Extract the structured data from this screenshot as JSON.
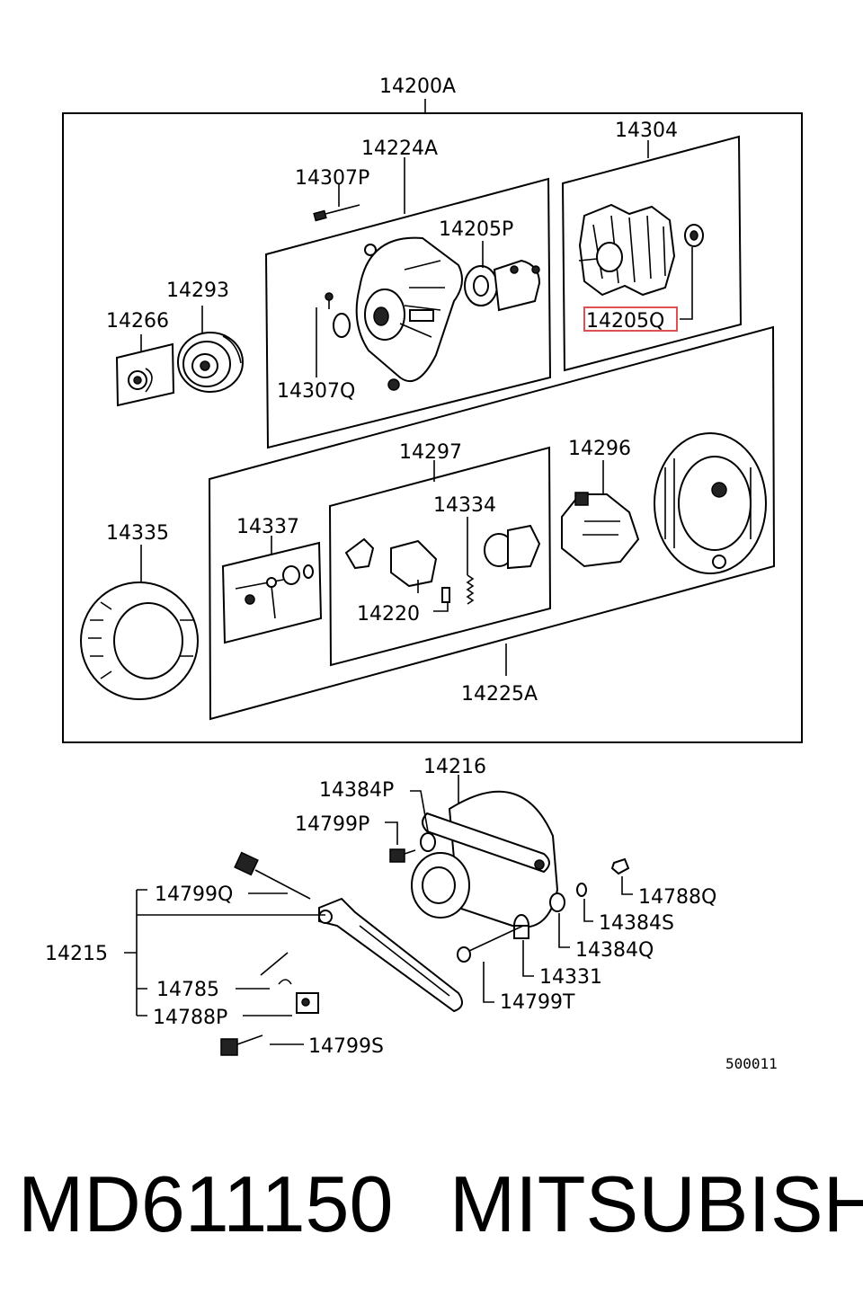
{
  "labels": {
    "assembly_main": "14200A",
    "rotor_group": "14304",
    "front_bracket": "14224A",
    "bolt_p": "14307P",
    "bearing_p": "14205P",
    "pulley": "14293",
    "nut": "14266",
    "screw_q": "14307Q",
    "bearing_q": "14205Q",
    "rectifier_group": "14297",
    "regulator": "14296",
    "stator": "14335",
    "terminal": "14337",
    "brush_holder": "14334",
    "brush": "14220",
    "rear_bracket": "14225A",
    "bracket_upper": "14216",
    "washer_p": "14384P",
    "bolt_799p": "14799P",
    "bolt_799q": "14799Q",
    "nut_788q": "14788Q",
    "washer_s": "14384S",
    "washer_q": "14384Q",
    "bracket_lower": "14215",
    "spacer": "14331",
    "clip": "14785",
    "bolt_799t": "14799T",
    "nut_788p": "14788P",
    "bolt_799s": "14799S"
  },
  "highlight_color": "#e05050",
  "diagram_code": "500011",
  "footer": {
    "part_number": "MD611150",
    "brand": "MITSUBISHI"
  }
}
